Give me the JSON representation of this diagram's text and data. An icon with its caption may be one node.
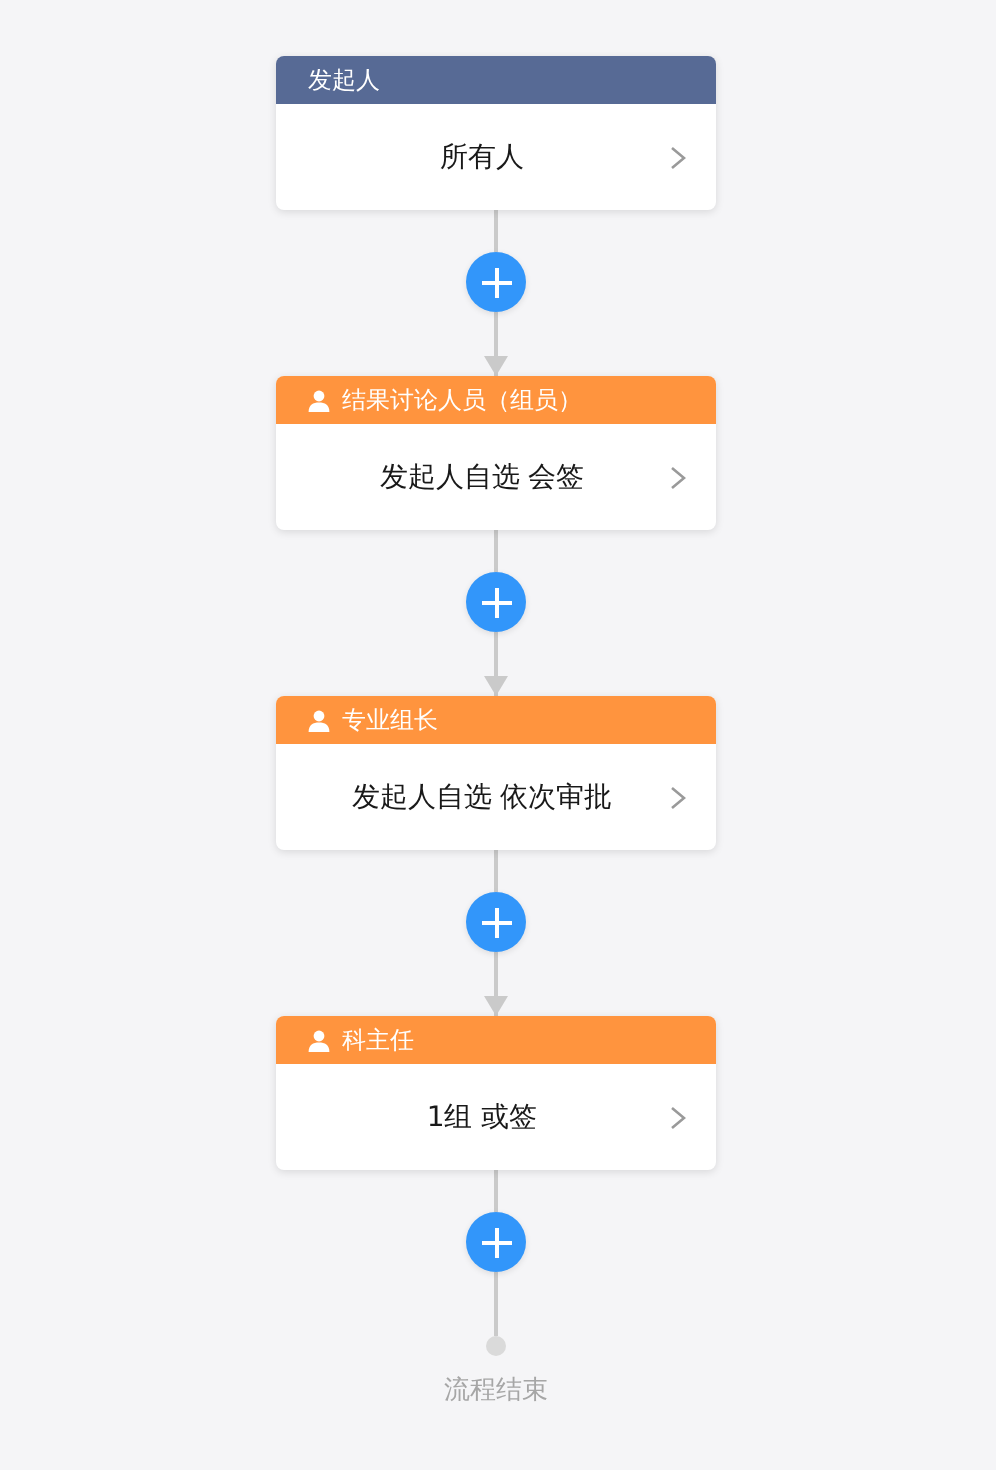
{
  "diagram": {
    "nodes": [
      {
        "text": [
          "发起人",
          "所有人"
        ]
      },
      {
        "text": [],
        "shape": "circle"
      },
      {
        "text": [
          "结果讨论人员（组员）",
          "发起人自选 会签"
        ]
      },
      {
        "text": [],
        "shape": "circle"
      },
      {
        "text": [
          "专业组长",
          "发起人自选 依次审批"
        ]
      },
      {
        "text": [],
        "shape": "circle"
      },
      {
        "text": [
          "科主任",
          "1组 或签"
        ]
      },
      {
        "text": [],
        "shape": "circle"
      },
      {
        "text": [
          "流程结束"
        ]
      }
    ],
    "edges": [
      {
        "from": 0,
        "to": 1,
        "arrow": "none"
      },
      {
        "from": 1,
        "to": 2,
        "arrow": "to"
      },
      {
        "from": 2,
        "to": 3,
        "arrow": "none"
      },
      {
        "from": 3,
        "to": 4,
        "arrow": "to"
      },
      {
        "from": 4,
        "to": 5,
        "arrow": "none"
      },
      {
        "from": 5,
        "to": 6,
        "arrow": "to"
      },
      {
        "from": 6,
        "to": 7,
        "arrow": "none"
      },
      {
        "from": 7,
        "to": 8,
        "arrow": "none"
      }
    ]
  }
}
